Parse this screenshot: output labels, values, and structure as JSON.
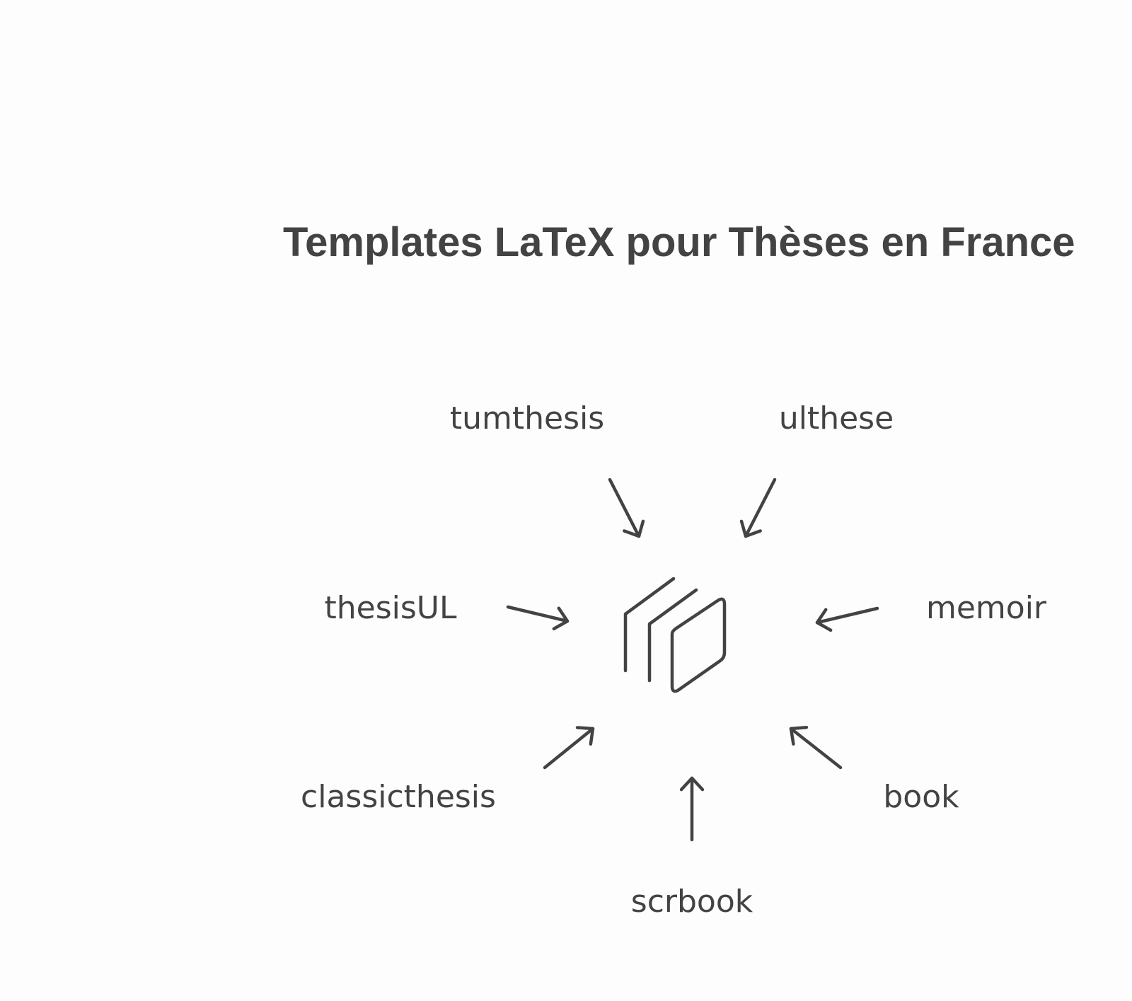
{
  "diagram": {
    "title": "Templates LaTeX pour Thèses en France",
    "center_icon": "stacked-documents-icon",
    "templates": [
      {
        "id": "tumthesis",
        "label": "tumthesis"
      },
      {
        "id": "ulthese",
        "label": "ulthese"
      },
      {
        "id": "thesisUL",
        "label": "thesisUL"
      },
      {
        "id": "memoir",
        "label": "memoir"
      },
      {
        "id": "classicthesis",
        "label": "classicthesis"
      },
      {
        "id": "scrbook",
        "label": "scrbook"
      },
      {
        "id": "book",
        "label": "book"
      }
    ],
    "colors": {
      "background": "#fdfdfd",
      "ink": "#434343"
    }
  }
}
